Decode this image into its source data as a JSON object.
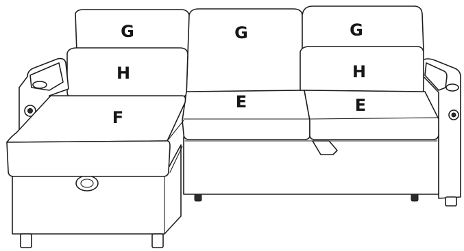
{
  "diagram": {
    "parts": [
      {
        "id": "back-cushion-left",
        "label": "G"
      },
      {
        "id": "back-cushion-middle",
        "label": "G"
      },
      {
        "id": "back-cushion-right",
        "label": "G"
      },
      {
        "id": "lumbar-pillow-left",
        "label": "H"
      },
      {
        "id": "lumbar-pillow-right",
        "label": "H"
      },
      {
        "id": "seat-cushion-middle",
        "label": "E"
      },
      {
        "id": "seat-cushion-right",
        "label": "E"
      },
      {
        "id": "chaise-cushion",
        "label": "F"
      }
    ]
  }
}
